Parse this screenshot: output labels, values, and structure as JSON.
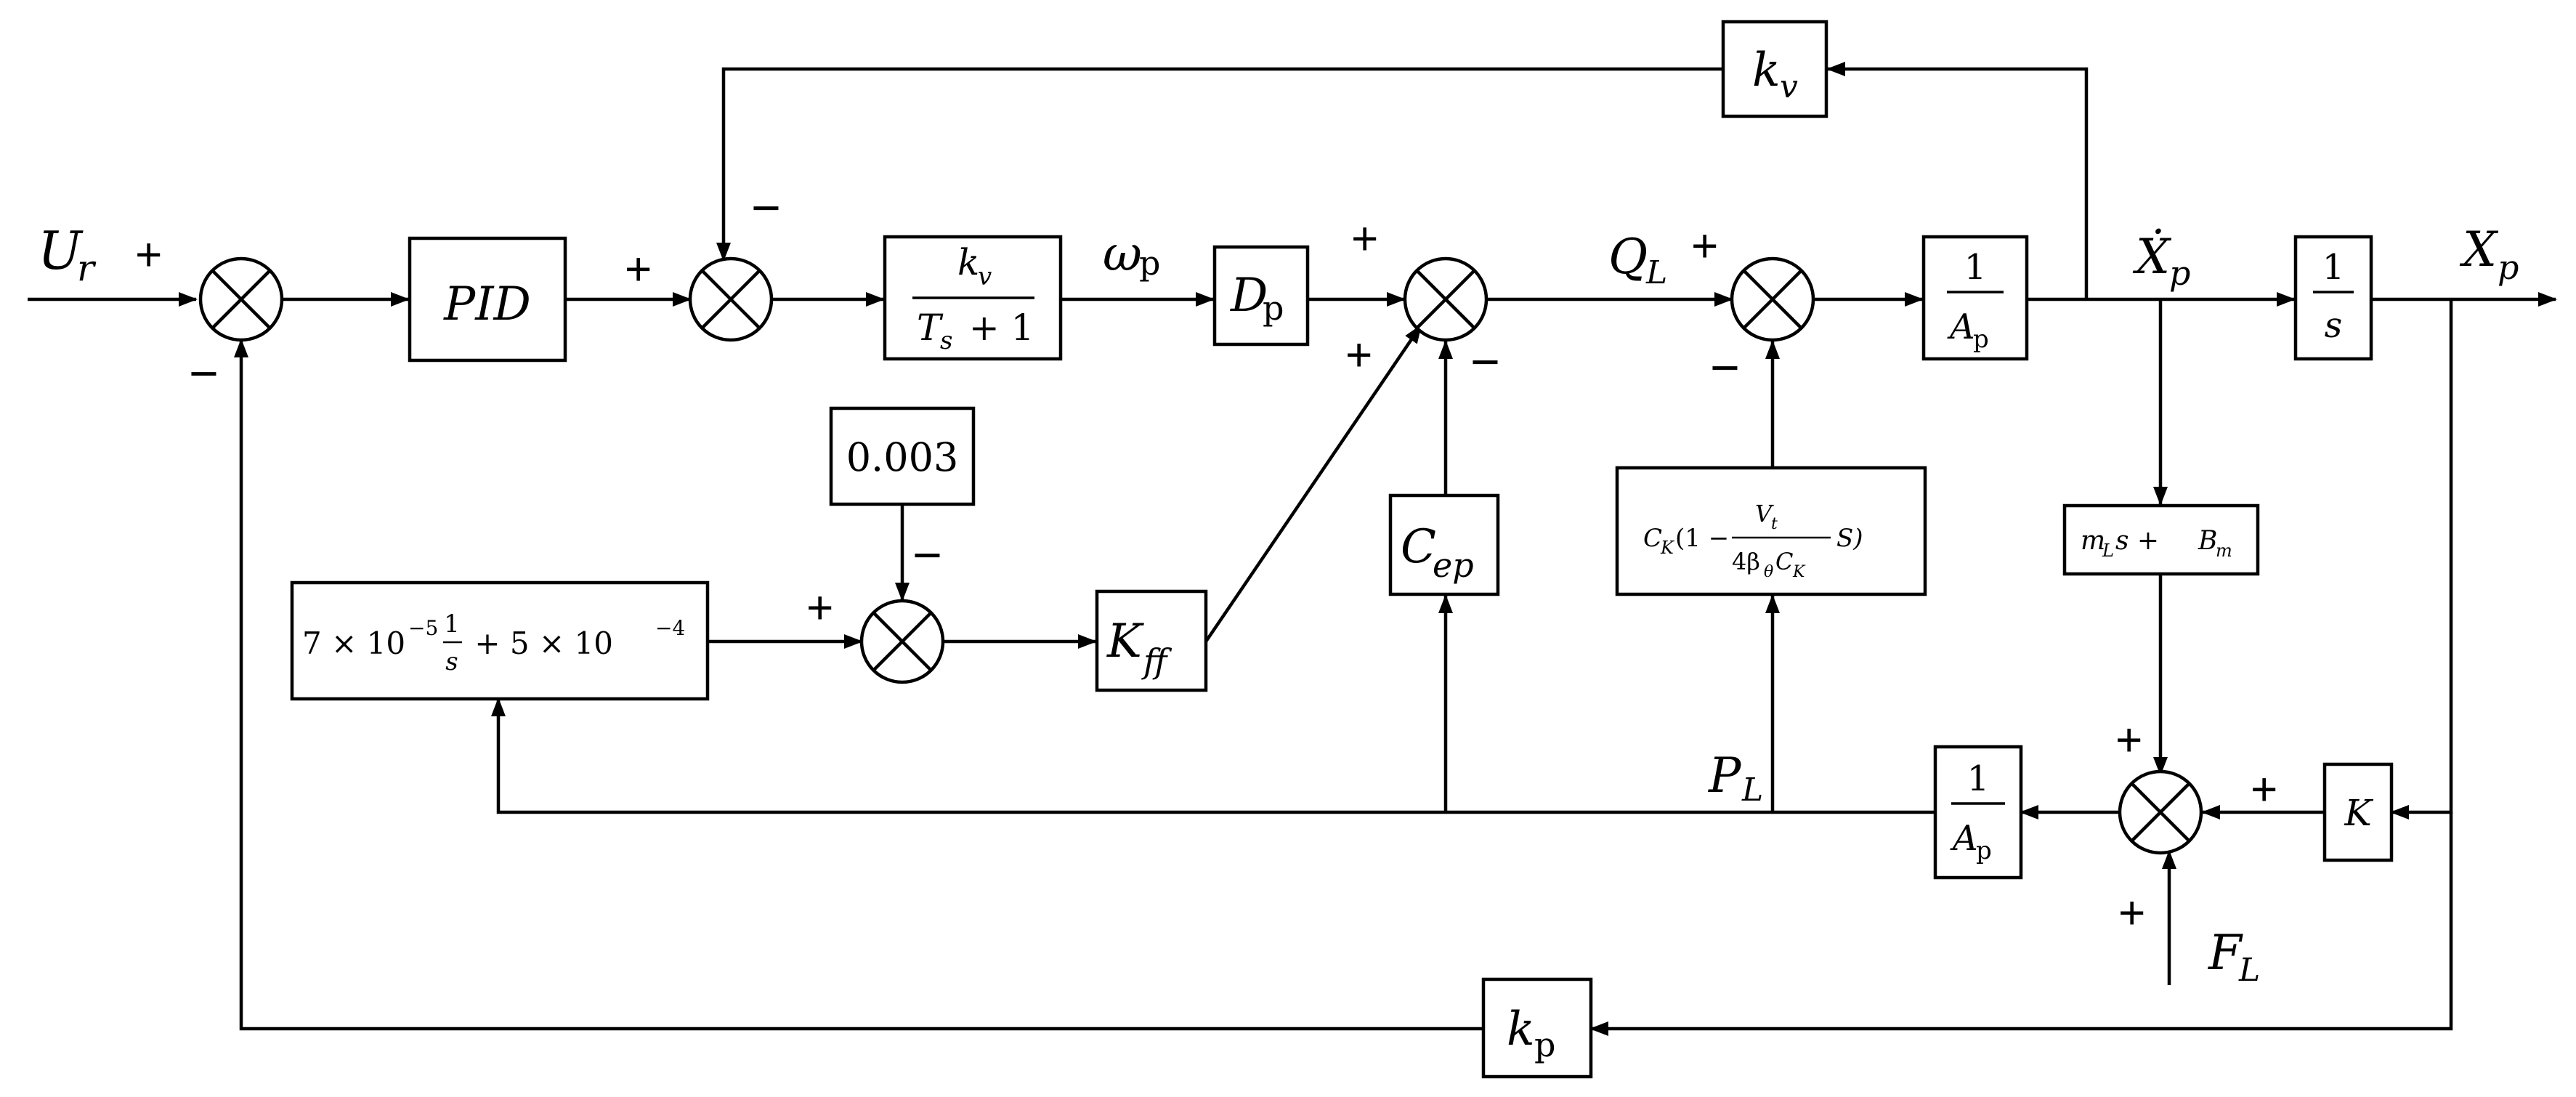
{
  "signals": {
    "input": "U",
    "input_sub": "r",
    "omega": "ω",
    "omega_sub": "p",
    "flow": "Q",
    "flow_sub": "L",
    "velocity": "Ẋ",
    "velocity_sub": "p",
    "output": "X",
    "output_sub": "p",
    "pressure": "P",
    "pressure_sub": "L",
    "load": "F",
    "load_sub": "L"
  },
  "blocks": {
    "pid": "PID",
    "kv_top": {
      "k": "k",
      "sub": "v"
    },
    "servo_tf": {
      "num_k": "k",
      "num_sub": "v",
      "den_T": "T",
      "den_sub": "s",
      "den_rest": " + 1"
    },
    "dp": {
      "main": "D",
      "sub": "p"
    },
    "inv_ap": {
      "num": "1",
      "den": "A",
      "den_sub": "p"
    },
    "integrator": {
      "num": "1",
      "den": "s"
    },
    "cep": {
      "main": "C",
      "sub": "ep"
    },
    "ck": {
      "c": "C",
      "c_sub": "K",
      "open": "(1 − ",
      "num_v": "V",
      "num_sub": "t",
      "den_pre": "4β",
      "den_theta": "θ",
      "den_c": "C",
      "den_csub": "K",
      "close": "S)"
    },
    "mass": {
      "m": "m",
      "m_sub": "L",
      "rest_s": "s + ",
      "b": "B",
      "b_sub": "m"
    },
    "constant": "0.003",
    "ff_poly": {
      "lead": "7 × 10",
      "exp1": "−5",
      "frac_num": "1",
      "frac_den": "s",
      "tail": " + 5 × 10",
      "exp2": "−4"
    },
    "kff": {
      "main": "K",
      "sub": "ff"
    },
    "inv_ap2": {
      "num": "1",
      "den": "A",
      "den_sub": "p"
    },
    "spring": "K",
    "kp": {
      "k": "k",
      "sub": "p"
    }
  },
  "signs": {
    "plus": "+",
    "minus": "−"
  }
}
